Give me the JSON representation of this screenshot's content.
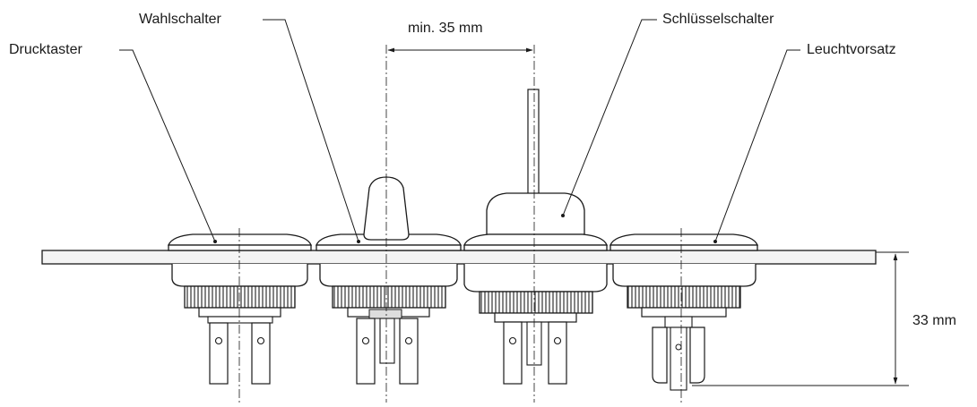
{
  "labels": {
    "drucktaster": "Drucktaster",
    "wahlschalter": "Wahlschalter",
    "schluesselschalter": "Schlüsselschalter",
    "leuchtvorsatz": "Leuchtvorsatz"
  },
  "dimensions": {
    "spacing": "min. 35 mm",
    "depth": "33 mm"
  },
  "colors": {
    "line": "#1a1a1a",
    "panel": "#f4f4f4",
    "body": "#ffffff",
    "ring": "#cfcfcf"
  }
}
